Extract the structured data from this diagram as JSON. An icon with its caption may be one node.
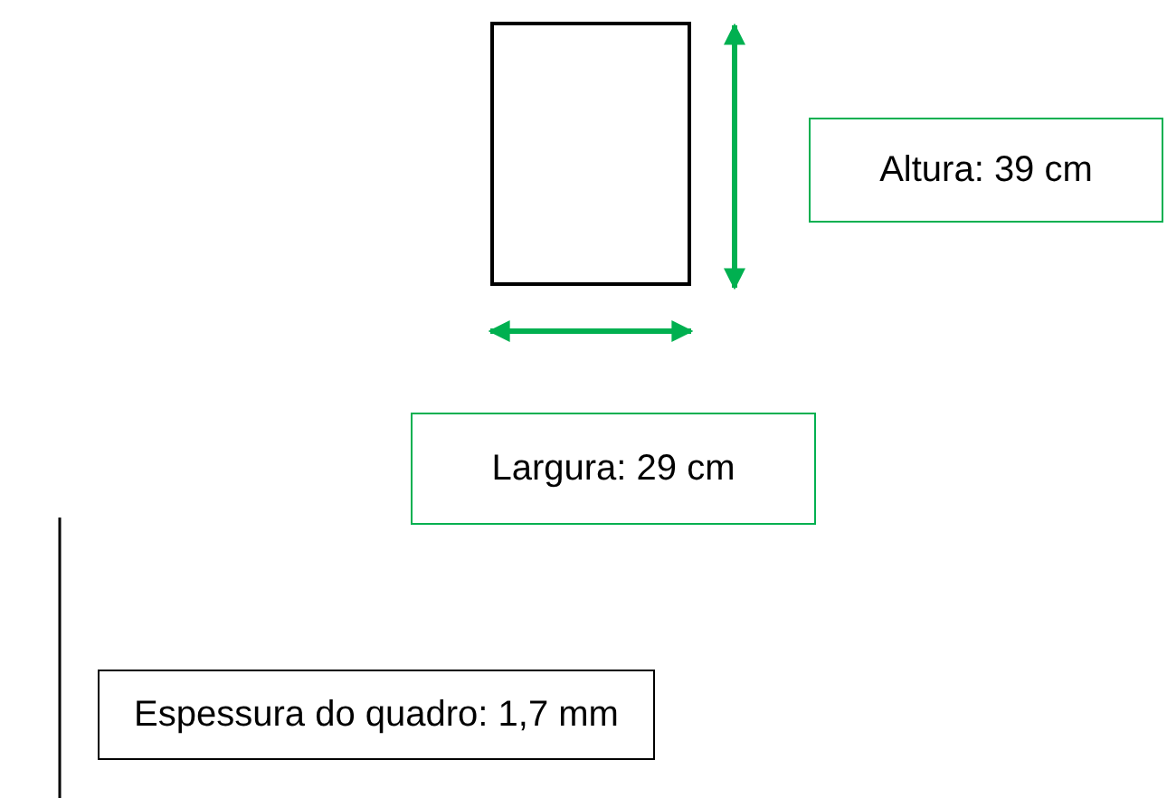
{
  "diagram": {
    "nodes": [
      {
        "text": [],
        "shape": "box"
      },
      {
        "text": [
          "Altura: 39 cm"
        ]
      },
      {
        "text": [
          "Largura: 29 cm"
        ]
      },
      {
        "text": [
          "Espessura do quadro: 1,7 mm"
        ]
      }
    ]
  }
}
